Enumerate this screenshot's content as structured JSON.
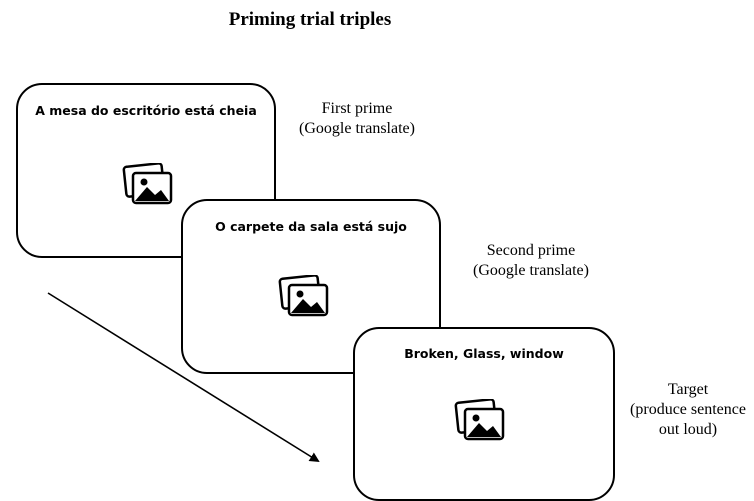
{
  "title": "Priming trial triples",
  "cards": [
    {
      "sentence": "A mesa do escritório está cheia",
      "label_line1": "First prime",
      "label_line2": "(Google translate)",
      "icon": "picture-icon"
    },
    {
      "sentence": "O carpete da sala está sujo",
      "label_line1": "Second prime",
      "label_line2": "(Google translate)",
      "icon": "picture-icon"
    },
    {
      "sentence": "Broken, Glass, window",
      "label_line1": "Target",
      "label_line2": "(produce sentence",
      "label_line3": "out loud)",
      "icon": "picture-icon"
    }
  ],
  "arrow": "time-arrow"
}
